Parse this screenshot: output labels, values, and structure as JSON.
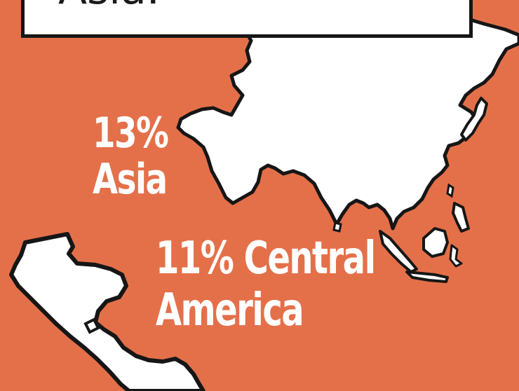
{
  "colors": {
    "background": "#e4704a",
    "land_fill": "#ffffff",
    "outline": "#161616",
    "label_text": "#ffffff"
  },
  "callout": {
    "text": "Asia."
  },
  "regions": [
    {
      "id": "asia",
      "percent": "13%",
      "name": "Asia"
    },
    {
      "id": "central-america",
      "percent": "11%",
      "name": "Central America",
      "name_line1": "Central",
      "name_line2": "America"
    }
  ]
}
